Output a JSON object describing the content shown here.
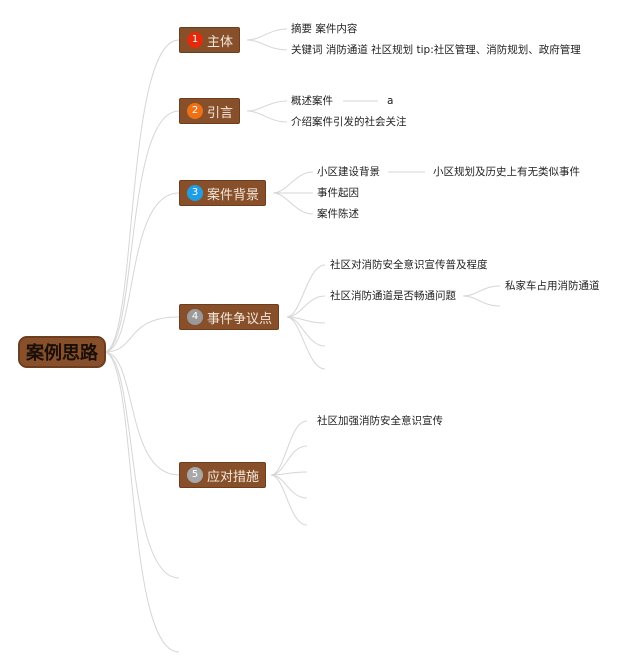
{
  "root": {
    "label": "案例思路"
  },
  "branches": [
    {
      "label": "主体",
      "number": "1",
      "badge_color": "#e32a0a",
      "children": [
        {
          "label": "摘要 案件内容"
        },
        {
          "label": "关键词 消防通道 社区规划 tip:社区管理、消防规划、政府管理"
        }
      ]
    },
    {
      "label": "引言",
      "number": "2",
      "badge_color": "#ef7015",
      "children": [
        {
          "label": "概述案件",
          "children": [
            {
              "label": "a"
            }
          ]
        },
        {
          "label": "介绍案件引发的社会关注"
        }
      ]
    },
    {
      "label": "案件背景",
      "number": "3",
      "badge_color": "#1f9ee3",
      "children": [
        {
          "label": "小区建设背景",
          "children": [
            {
              "label": "小区规划及历史上有无类似事件"
            }
          ]
        },
        {
          "label": "事件起因"
        },
        {
          "label": "案件陈述"
        }
      ]
    },
    {
      "label": "事件争议点",
      "number": "4",
      "badge_color": "#9a9a9a",
      "children": [
        {
          "label": "社区对消防安全意识宣传普及程度"
        },
        {
          "label": "社区消防通道是否畅通问题",
          "children": [
            {
              "label": "私家车占用消防通道"
            }
          ]
        },
        {
          "label": ""
        },
        {
          "label": ""
        }
      ]
    },
    {
      "label": "应对措施",
      "number": "5",
      "badge_color": "#a8a8a8",
      "children": [
        {
          "label": "社区加强消防安全意识宣传"
        },
        {
          "label": ""
        },
        {
          "label": ""
        },
        {
          "label": ""
        },
        {
          "label": ""
        }
      ]
    }
  ]
}
